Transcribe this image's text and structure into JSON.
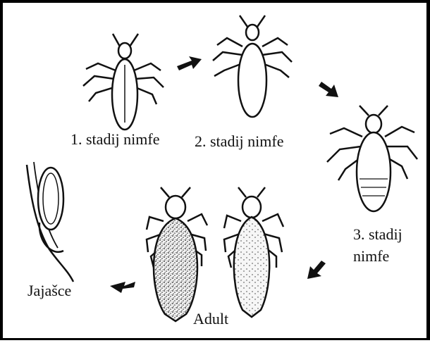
{
  "diagram": {
    "stages": [
      {
        "id": "nymph-1",
        "label": "1. stadij nimfe"
      },
      {
        "id": "nymph-2",
        "label": "2. stadij nimfe"
      },
      {
        "id": "nymph-3",
        "label_line1": "3. stadij",
        "label_line2": "nimfe"
      },
      {
        "id": "adult",
        "label": "Adult"
      },
      {
        "id": "egg",
        "label": "Jajašce"
      }
    ]
  }
}
